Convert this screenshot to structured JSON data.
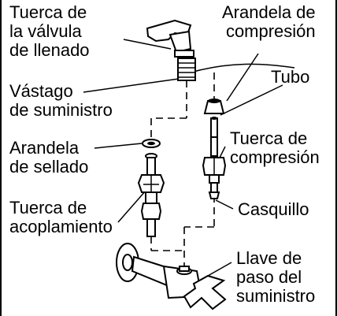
{
  "labels": {
    "fill_valve_nut": [
      "Tuerca de",
      "la válvula",
      "de llenado"
    ],
    "compression_washer": [
      "Arandela de",
      "compresión"
    ],
    "tube": [
      "Tubo"
    ],
    "supply_shank": [
      "Vástago",
      "de suministro"
    ],
    "sealing_washer": [
      "Arandela",
      "de sellado"
    ],
    "compression_nut": [
      "Tuerca de",
      "compresión"
    ],
    "coupling_nut": [
      "Tuerca de",
      "acoplamiento"
    ],
    "ferrule": [
      "Casquillo"
    ],
    "supply_shutoff_valve": [
      "Llave de",
      "paso del",
      "suministro"
    ]
  }
}
